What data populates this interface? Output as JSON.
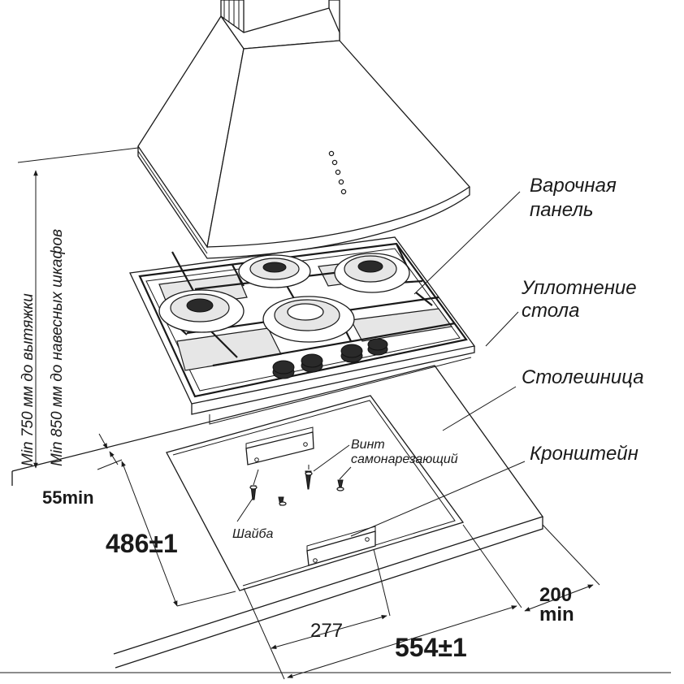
{
  "labels": {
    "hob": [
      "Варочная",
      "панель"
    ],
    "seal": [
      "Уплотнение",
      "стола"
    ],
    "worktop": "Столешница",
    "bracket": "Кронштейн",
    "screw": [
      "Винт",
      "самонарезающий"
    ],
    "washer": "Шайба",
    "hood_min": "Min 750 мм до вытяжки",
    "cabinet_min": "Min 850 мм до навесных шкафов"
  },
  "dimensions": {
    "edge_min": "55min",
    "depth": "486±1",
    "half_width": "277",
    "width": "554±1",
    "wall_min": [
      "200",
      "min"
    ]
  }
}
